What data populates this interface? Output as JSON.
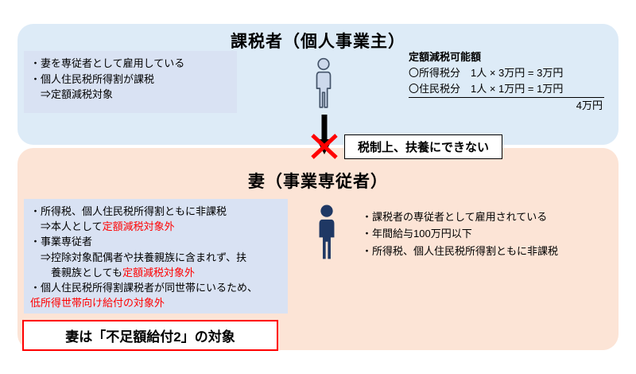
{
  "taxpayer": {
    "title": "課税者（個人事業主）",
    "notes": {
      "l1": "・妻を専従者として雇用している",
      "l2": "・個人住民税所得割が課税",
      "l3": "　⇒定額減税対象"
    },
    "amount": {
      "heading": "定額減税可能額",
      "income_line": "〇所得税分　1人 × 3万円 = 3万円",
      "resident_line": "〇住民税分　1人 × 1万円 = 1万円",
      "total": "4万円"
    }
  },
  "middle": {
    "callout": "税制上、扶養にできない"
  },
  "wife": {
    "title": "妻（事業専従者）",
    "box": {
      "l1": "・所得税、個人住民税所得割ともに非課税",
      "l2a": "　⇒本人として",
      "l2b": "定額減税対象外",
      "l3": "・事業専従者",
      "l4": "　⇒控除対象配偶者や扶養親族に含まれず、扶",
      "l5a": "　　養親族としても",
      "l5b": "定額減税対象外",
      "l6": "・個人住民税所得割課税者が同世帯にいるため、",
      "l7": "低所得世帯向け給付の対象外"
    },
    "right_notes": {
      "l1": "・課税者の専従者として雇用されている",
      "l2": "・年間給与100万円以下",
      "l3": "・所得税、個人住民税所得割ともに非課税"
    },
    "badge": "妻は「不足額給付2」の対象"
  },
  "icons": {
    "taxpayer_person": "person-outline-icon",
    "wife_person": "person-solid-icon",
    "arrow": "down-arrow-icon",
    "cross": "red-cross-icon"
  },
  "colors": {
    "top_section_bg": "#DDEBF7",
    "bottom_section_bg": "#FCE4D6",
    "note_box_bg": "#D9E2F3",
    "alert_red": "#FF0000",
    "person_solid": "#1F3864",
    "person_outline_stroke": "#44546A",
    "person_outline_fill": "#CDD9EC"
  }
}
